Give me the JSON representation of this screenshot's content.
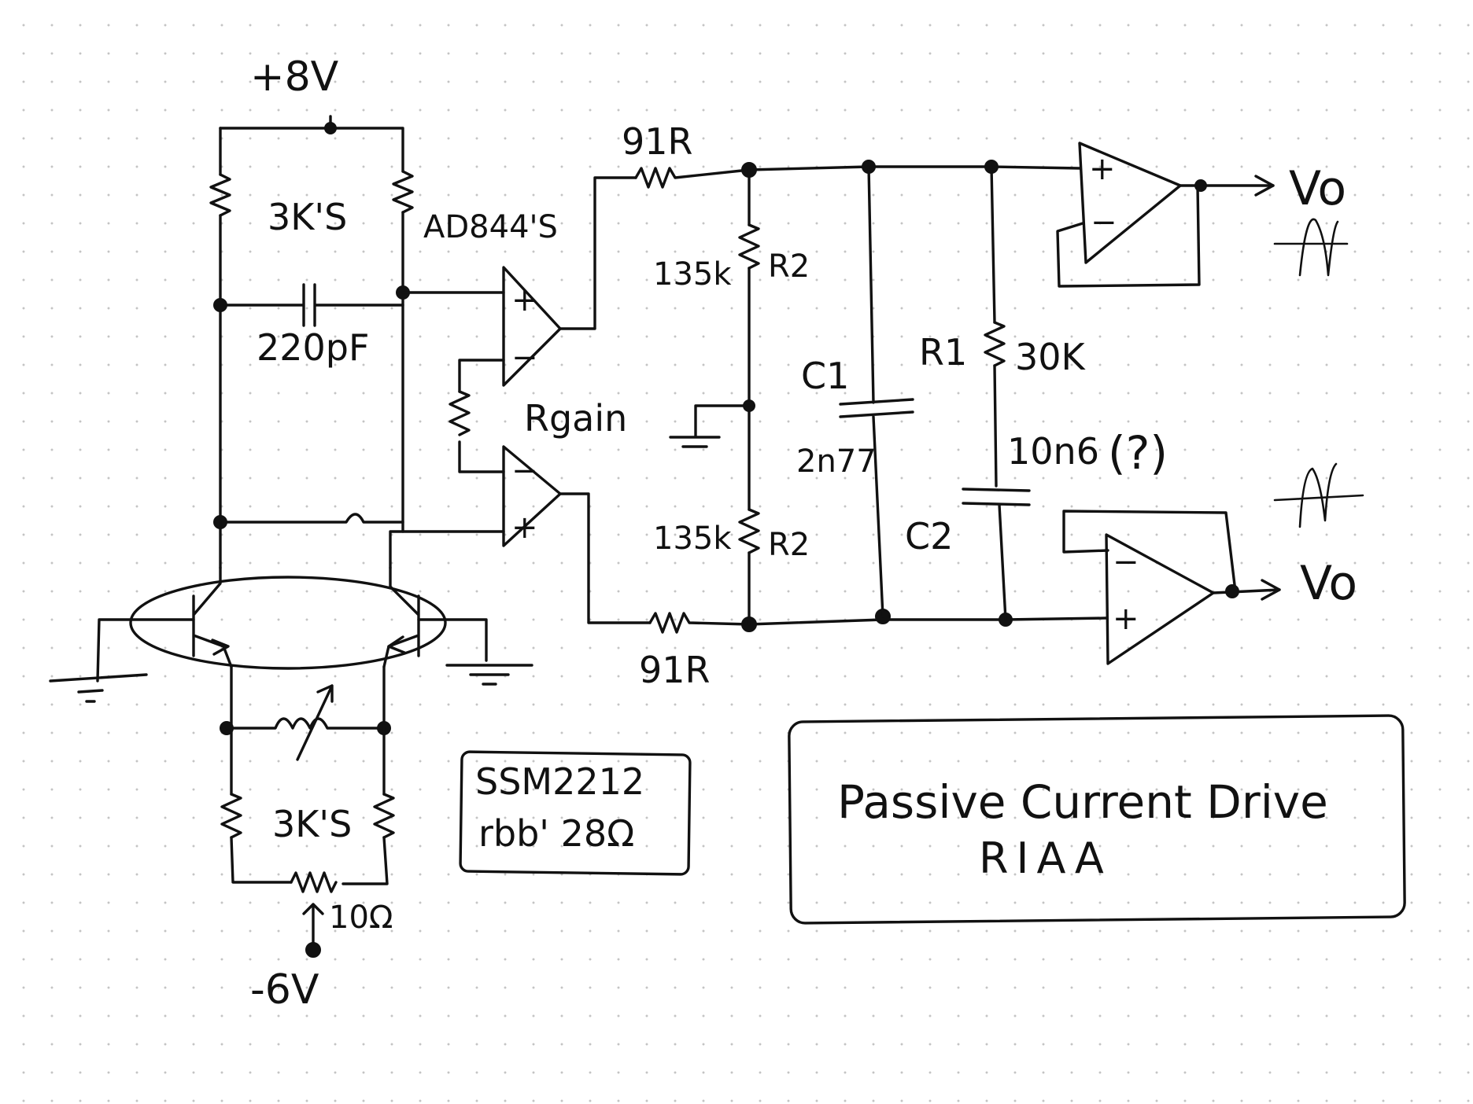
{
  "supply": {
    "positive": "+8V",
    "negative": "-6V"
  },
  "labels": {
    "r_top": "3K'S",
    "ad844": "AD844'S",
    "cap_220": "220pF",
    "r_gain": "Rgain",
    "r_bottom": "3K'S",
    "r_trim": "10Ω",
    "r_in_top": "91R",
    "r_in_bottom": "91R",
    "r2_top_value": "135k",
    "r2_top_name": "R2",
    "r2_bottom_value": "135k",
    "r2_bottom_name": "R2",
    "c1_name": "C1",
    "c1_value": "2n77",
    "r1_name": "R1",
    "r1_value": "30K",
    "c2_value": "10n6",
    "c2_question": "(?)",
    "c2_name": "C2",
    "vo_top": "Vo",
    "vo_bottom": "Vo",
    "opamp_plus": "+",
    "opamp_minus": "−"
  },
  "transistor_note": {
    "line1": "SSM2212",
    "line2": "rbb' 28Ω"
  },
  "title_box": {
    "line1": "Passive Current Drive",
    "line2": "RIAA"
  }
}
